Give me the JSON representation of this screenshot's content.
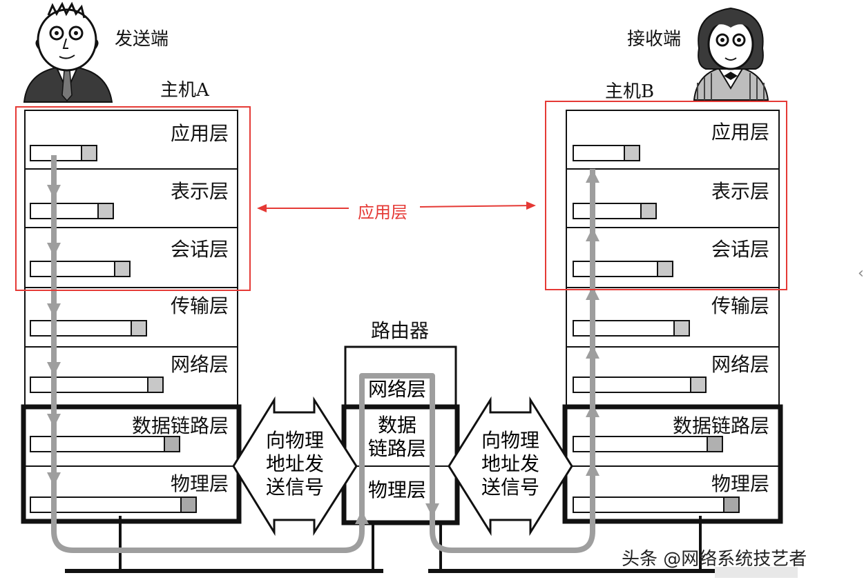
{
  "hostA": {
    "person_label": "发送端",
    "host_label": "主机A",
    "layers": [
      "应用层",
      "表示层",
      "会话层",
      "传输层",
      "网络层",
      "数据链路层",
      "物理层"
    ]
  },
  "hostB": {
    "person_label": "接收端",
    "host_label": "主机B",
    "layers": [
      "应用层",
      "表示层",
      "会话层",
      "传输层",
      "网络层",
      "数据链路层",
      "物理层"
    ]
  },
  "annotation": {
    "label": "应用层",
    "color": "#e53935"
  },
  "router": {
    "title": "路由器",
    "layers": [
      "网络层",
      "数据\n链路层",
      "物理层"
    ]
  },
  "signal_left": "向物理\n地址发\n送信号",
  "signal_right": "向物理\n地址发\n送信号",
  "watermark": "头条 @网络系统技艺者",
  "edge_mark": "‹",
  "packet_fill_levels": [
    0.16,
    0.2,
    0.23,
    0.26,
    0.29,
    0.09,
    0.08
  ],
  "colors": {
    "flow": "#9e9e9e",
    "stack_border": "#111111",
    "header": "#c8c8c8"
  }
}
